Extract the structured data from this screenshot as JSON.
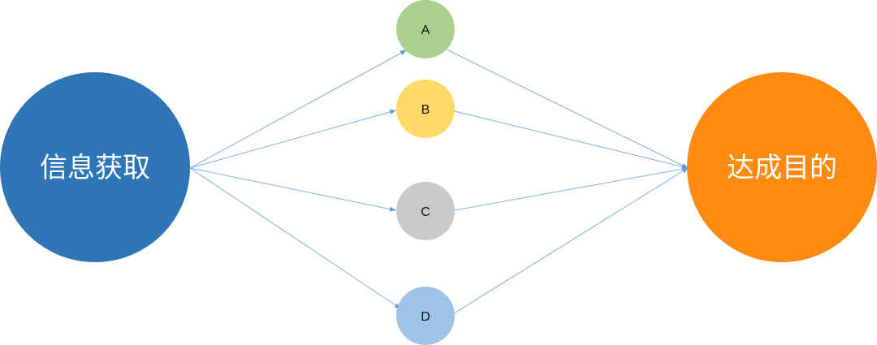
{
  "nodes": {
    "source": {
      "label": "信息获取",
      "color": "#2e75b6"
    },
    "target": {
      "label": "达成目的",
      "color": "#ff8a12"
    },
    "options": [
      {
        "label": "A",
        "color": "#a9d18e"
      },
      {
        "label": "B",
        "color": "#ffd966"
      },
      {
        "label": "C",
        "color": "#c9c9c9"
      },
      {
        "label": "D",
        "color": "#9dc3e6"
      }
    ]
  },
  "edge_color": "#7fb0dd"
}
